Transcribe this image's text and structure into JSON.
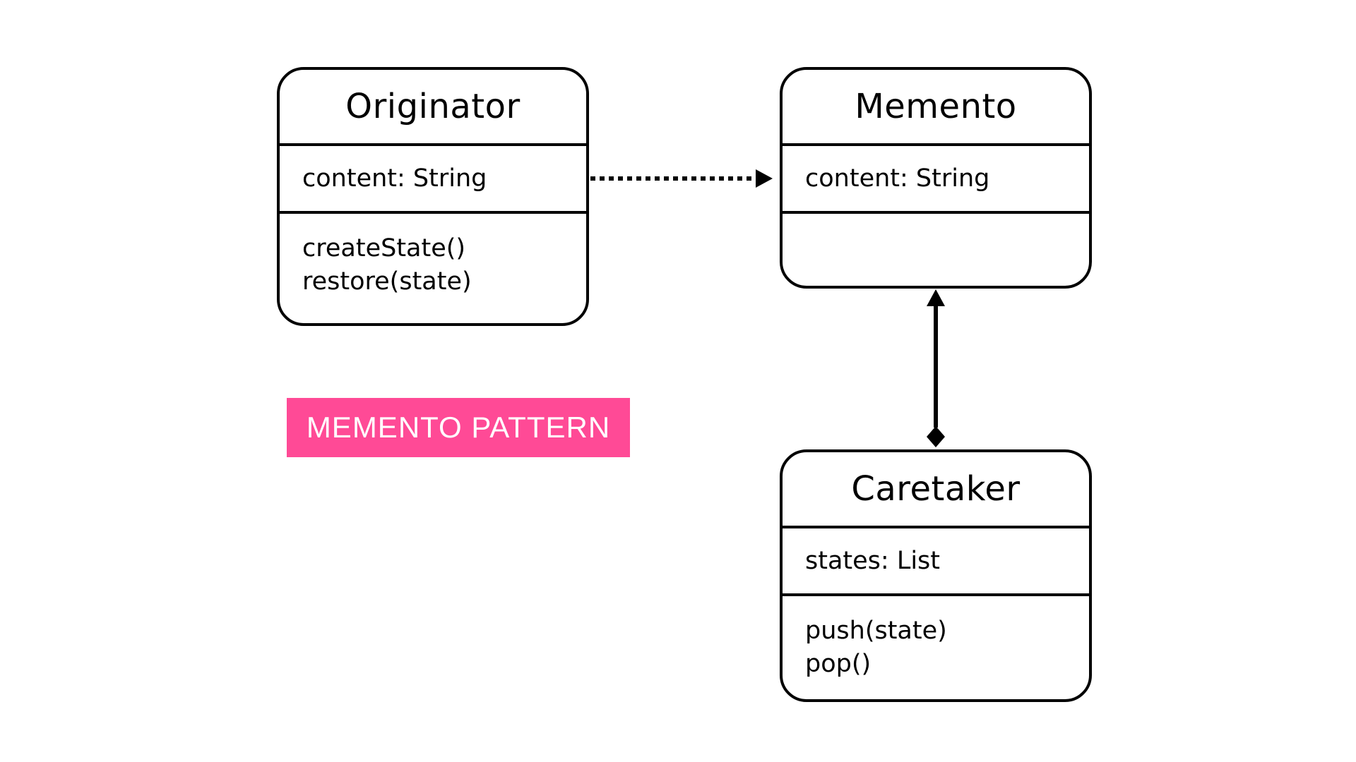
{
  "diagram_title": "MEMENTO PATTERN",
  "colors": {
    "label_background": "#ff4a96",
    "label_text": "#ffffff",
    "stroke": "#000000",
    "background": "#ffffff"
  },
  "classes": {
    "originator": {
      "name": "Originator",
      "attributes": [
        "content: String"
      ],
      "methods": [
        "createState()",
        "restore(state)"
      ]
    },
    "memento": {
      "name": "Memento",
      "attributes": [
        "content: String"
      ],
      "methods": []
    },
    "caretaker": {
      "name": "Caretaker",
      "attributes": [
        "states: List"
      ],
      "methods": [
        "push(state)",
        "pop()"
      ]
    }
  },
  "relations": [
    {
      "from": "originator",
      "to": "memento",
      "style": "dotted",
      "head": "arrow"
    },
    {
      "from": "caretaker",
      "to": "memento",
      "style": "solid",
      "head": "arrow",
      "tail": "diamond"
    }
  ]
}
